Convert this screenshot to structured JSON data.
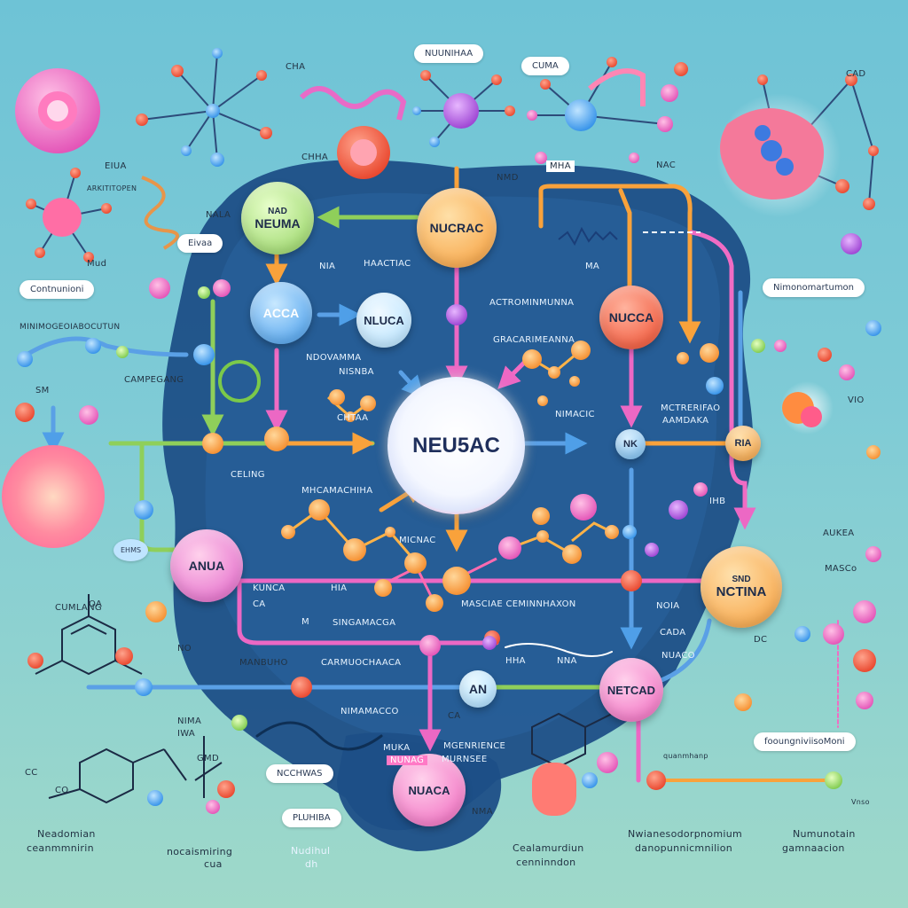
{
  "colors": {
    "background": "#6ec3d6",
    "blob": "#1f4f86",
    "orange": "#ffa94a",
    "pink": "#f06cc4",
    "green": "#9fdc6a",
    "blue": "#4aa3f0",
    "red": "#f25a3a"
  },
  "center": {
    "label": "NEU5AC"
  },
  "nodes": {
    "neuma": {
      "label": "NEUMA",
      "tag": "NAD"
    },
    "nucrac": {
      "label": "NUCRAC"
    },
    "acca": {
      "label": "ACCA"
    },
    "nluca": {
      "label": "NLUCA"
    },
    "nucca": {
      "label": "NUCCA"
    },
    "anua": {
      "label": "ANUA"
    },
    "nctina": {
      "label": "NCTINA",
      "tag": "SND"
    },
    "netcad": {
      "label": "NETCAD"
    },
    "nuaca": {
      "label": "NUACA"
    },
    "an": {
      "label": "AN"
    },
    "nk": {
      "label": "NK"
    },
    "ria": {
      "label": "RIA"
    }
  },
  "pills": {
    "nuunihaa": "NUUNIHAA",
    "cuma": "CUMA",
    "eivaa": "Eivaa",
    "continunioni": "Contnunioni",
    "nimonomartumon": "Nimonomartumon",
    "ehms": "EHMS",
    "foouniguini": "fooungniviisoMoni",
    "ncchwas": "NCCHWAS",
    "pluhiba": "PLUHIBA"
  },
  "labels": {
    "cha_top": "CHA",
    "chha": "CHHA",
    "nmd": "NMD",
    "cad": "CAD",
    "eiua": "EIUA",
    "arkititopen": "ARKITITOPEN",
    "nala": "NALA",
    "mud": "Mud",
    "minimo": "MINIMOGEOIABOCUTUN",
    "sm": "SM",
    "campegang": "CAMPEGANG",
    "haactiac": "HAACTIAC",
    "nia": "NIA",
    "ma": "MA",
    "actrominmunna": "ACTROMINMUNNA",
    "gracarimeanna": "GRACARIMEANNA",
    "ndovamma": "NDOVAMMA",
    "nisnba": "NISNBA",
    "chtaa": "CHTAA",
    "nimacic": "NIMACIC",
    "mctrerifao": "MCTRERIFAO",
    "aamdaka": "AAMDAKA",
    "celing": "CELING",
    "mhcamachiha": "MHCAMACHIHA",
    "micnac": "MICNAC",
    "ihb": "IHB",
    "aukea": "AUKEA",
    "masco": "MASCo",
    "cumlang": "CUMLANG",
    "oa": "OA",
    "kunca": "KUNCA",
    "ca": "CA",
    "hia": "HIA",
    "m": "M",
    "no": "NO",
    "singamacga": "SINGAMACGA",
    "mascae": "MASCIAE CEMINNHAXON",
    "noia": "NOIA",
    "cada": "CADA",
    "nuaco": "NUACO",
    "manbuho": "MANBUHO",
    "carmuochaa": "CARMUOCHAACA",
    "hha": "HHA",
    "nna": "NNA",
    "nimamacco": "NIMAMACCO",
    "ca2": "CA",
    "nima": "NIMA",
    "iwa": "IWA",
    "mgenrience": "MGENRIENCE",
    "murnsee": "MURNSEE",
    "muka": "MUKA",
    "nunag": "NUNAG",
    "nma": "NMA",
    "gmd": "GMD",
    "co": "CO",
    "cc": "CC",
    "quaanmhanp": "quanmhanp",
    "vio": "VIO",
    "vnso": "Vnso",
    "nac": "NAC",
    "mha": "MHA",
    "dc": "DC",
    "negatomian": "Neadomian",
    "genamnirin": "ceanmmnirin",
    "nocaismiring": "nocaismiring",
    "cua": "cua",
    "nudihul": "Nudihul",
    "dh": "dh",
    "cealamurdiun": "Cealamurdiun",
    "cennndon": "cenninndon",
    "nwianesodorpnomium": "Nwianesodorpnomium",
    "danopunnicmnilion": "danopunnicmnilion",
    "numunotain": "Numunotain",
    "gammaacion": "gamnaacion"
  }
}
